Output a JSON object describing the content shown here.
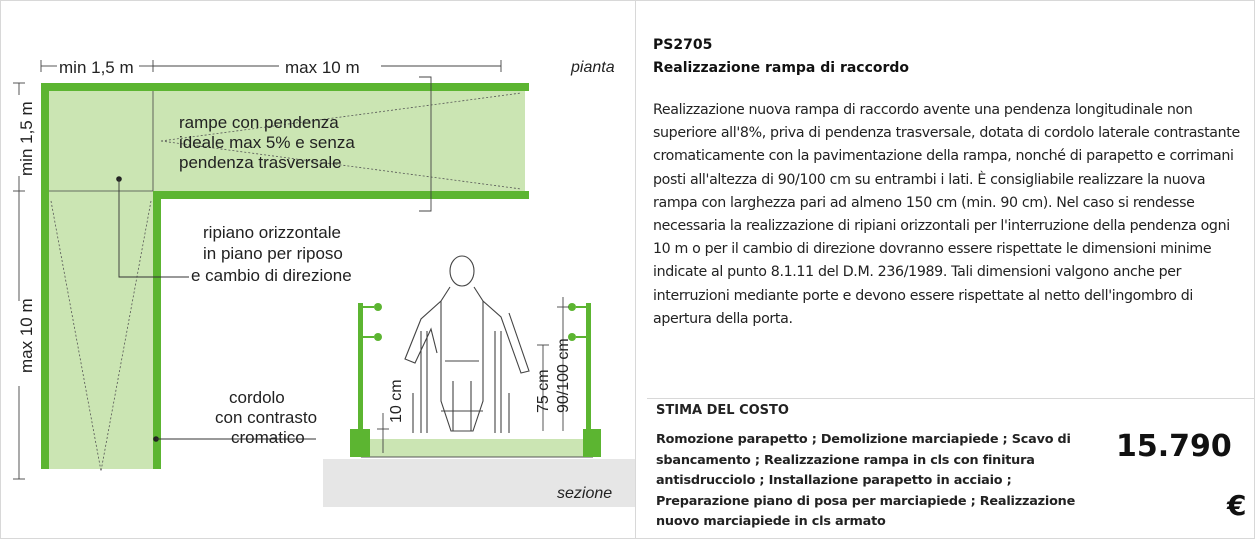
{
  "product": {
    "code": "PS2705",
    "title": "Realizzazione rampa di raccordo",
    "description": "Realizzazione nuova rampa di raccordo avente una pendenza longitudinale non superiore all'8%, priva di pendenza trasversale, dotata di cordolo laterale contrastante cromaticamente con la pavimentazione della rampa, nonché di parapetto e corrimani posti all'altezza di 90/100 cm su entrambi i lati. È consigliabile realizzare la nuova rampa con larghezza pari ad almeno 150 cm (min. 90 cm). Nel caso si rendesse necessaria la realizzazione di ripiani orizzontali per l'interruzione della pendenza ogni 10 m o per il cambio di direzione dovranno essere rispettate le dimensioni minime indicate al punto 8.1.11 del D.M. 236/1989. Tali dimensioni valgono anche per interruzioni mediante porte e devono essere rispettate al netto dell'ingombro di apertura della porta."
  },
  "cost": {
    "label": "STIMA DEL COSTO",
    "items": "Romozione parapetto ; Demolizione marciapiede ; Scavo di sbancamento ; Realizzazione rampa in cls con finitura antisdrucciolo ; Installazione parapetto in acciaio ; Preparazione piano di posa per marciapiede ; Realizzazione nuovo marciapiede in cls armato",
    "value": "15.790",
    "currency": "€"
  },
  "drawing": {
    "colors": {
      "green_dark": "#5cb531",
      "green_light": "#cbe5b3",
      "ground": "#e6e6e6",
      "line": "#333333"
    },
    "plan_label": "pianta",
    "section_label": "sezione",
    "dim_min_top": "min 1,5 m",
    "dim_max_top": "max 10 m",
    "dim_min_left": "min 1,5 m",
    "dim_max_left": "max 10 m",
    "ramp_note": [
      "rampe con pendenza",
      "ideale max 5% e senza",
      "pendenza trasversale"
    ],
    "landing_note": [
      "ripiano orizzontale",
      "in piano per riposo",
      "e cambio di direzione"
    ],
    "curb_note": [
      "cordolo",
      "con contrasto",
      "cromatico"
    ],
    "dim_10cm": "10 cm",
    "dim_75cm": "75 cm",
    "dim_90cm": "90/100 cm"
  }
}
